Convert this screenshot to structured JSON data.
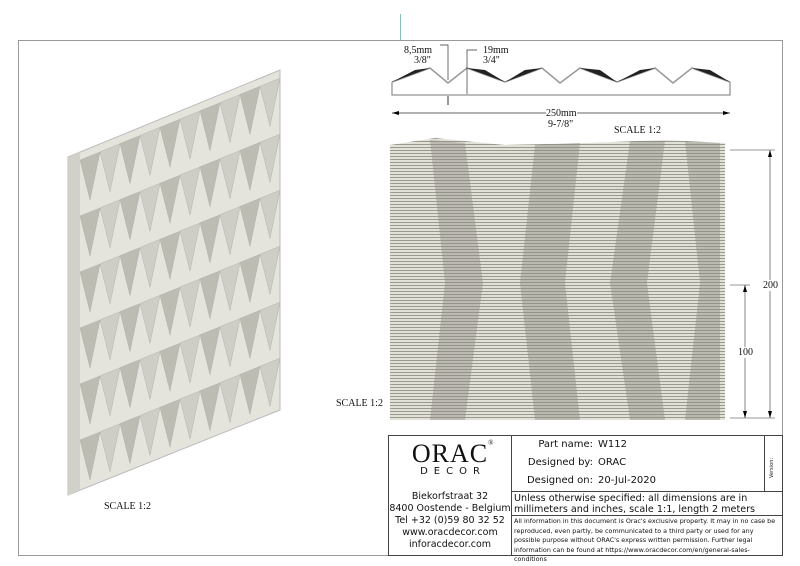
{
  "drawing": {
    "scale_labels": [
      "SCALE 1:2",
      "SCALE 1:2",
      "SCALE 1:2"
    ],
    "profile": {
      "depth_small_mm": "8,5mm",
      "depth_small_in": "3/8\"",
      "depth_large_mm": "19mm",
      "depth_large_in": "3/4\"",
      "width_mm": "250mm",
      "width_in": "9-7/8\""
    },
    "front_dims": {
      "height_total": "200",
      "height_half": "100"
    }
  },
  "title_block": {
    "logo_top": "ORAC",
    "logo_registered": "®",
    "logo_bottom": "DECOR",
    "address": [
      "Biekorfstraat 32",
      "8400 Oostende - Belgium",
      "Tel  +32 (0)59 80 32 52",
      "www.oracdecor.com",
      "inforacdecor.com"
    ],
    "part_name_label": "Part name:",
    "part_name": "W112",
    "designed_by_label": "Designed by:",
    "designed_by": "ORAC",
    "designed_on_label": "Designed on:",
    "designed_on": "20-Jul-2020",
    "version_label": "Version:",
    "spec_note": "Unless otherwise specified: all dimensions are in millimeters and inches, scale 1:1, length 2 meters",
    "legal_note": "All information in this document is Orac's exclusive property.  It may in no case be reproduced, even partly, be communicated to a third party or used for any possible purpose without ORAC's express written permission. Further legal information can be found at https://www.oracdecor.com/en/general-sales-conditions"
  }
}
